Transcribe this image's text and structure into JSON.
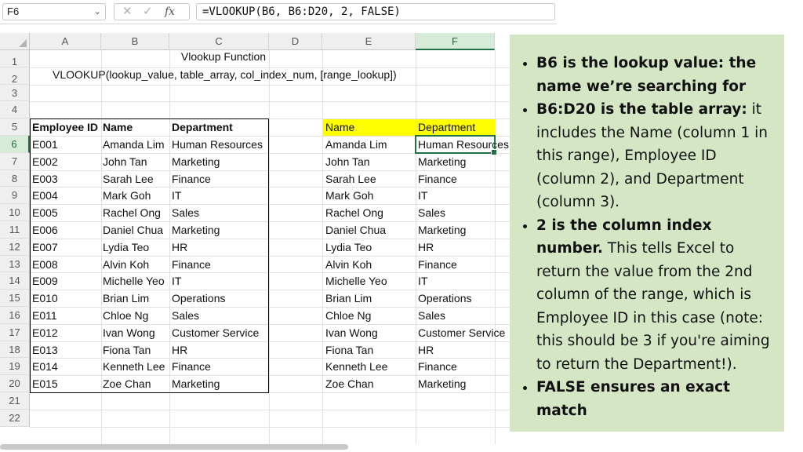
{
  "formula_bar": {
    "name_box": "F6",
    "cancel_glyph": "✕",
    "enter_glyph": "✓",
    "fx_label": "fx",
    "formula": "=VLOOKUP(B6, B6:D20, 2, FALSE)"
  },
  "columns": [
    "A",
    "B",
    "C",
    "D",
    "E",
    "F"
  ],
  "rows": [
    "1",
    "2",
    "3",
    "4",
    "5",
    "6",
    "7",
    "8",
    "9",
    "10",
    "11",
    "12",
    "13",
    "14",
    "15",
    "16",
    "17",
    "18",
    "19",
    "20",
    "21",
    "22"
  ],
  "title": {
    "line1": "Vlookup Function",
    "line2": "VLOOKUP(lookup_value, table_array, col_index_num, [range_lookup])"
  },
  "left_table": {
    "headers": [
      "Employee ID",
      "Name",
      "Department"
    ],
    "rows": [
      [
        "E001",
        "Amanda Lim",
        "Human Resources"
      ],
      [
        "E002",
        "John Tan",
        "Marketing"
      ],
      [
        "E003",
        "Sarah Lee",
        "Finance"
      ],
      [
        "E004",
        "Mark Goh",
        "IT"
      ],
      [
        "E005",
        "Rachel Ong",
        "Sales"
      ],
      [
        "E006",
        "Daniel Chua",
        "Marketing"
      ],
      [
        "E007",
        "Lydia Teo",
        "HR"
      ],
      [
        "E008",
        "Alvin Koh",
        "Finance"
      ],
      [
        "E009",
        "Michelle Yeo",
        "IT"
      ],
      [
        "E010",
        "Brian Lim",
        "Operations"
      ],
      [
        "E011",
        "Chloe Ng",
        "Sales"
      ],
      [
        "E012",
        "Ivan Wong",
        "Customer Service"
      ],
      [
        "E013",
        "Fiona Tan",
        "HR"
      ],
      [
        "E014",
        "Kenneth Lee",
        "Finance"
      ],
      [
        "E015",
        "Zoe Chan",
        "Marketing"
      ]
    ]
  },
  "right_table": {
    "headers": [
      "Name",
      "Department"
    ],
    "rows": [
      [
        "Amanda Lim",
        "Human Resources"
      ],
      [
        "John Tan",
        "Marketing"
      ],
      [
        "Sarah Lee",
        "Finance"
      ],
      [
        "Mark Goh",
        "IT"
      ],
      [
        "Rachel Ong",
        "Sales"
      ],
      [
        "Daniel Chua",
        "Marketing"
      ],
      [
        "Lydia Teo",
        "HR"
      ],
      [
        "Alvin Koh",
        "Finance"
      ],
      [
        "Michelle Yeo",
        "IT"
      ],
      [
        "Brian Lim",
        "Operations"
      ],
      [
        "Chloe Ng",
        "Sales"
      ],
      [
        "Ivan Wong",
        "Customer Service"
      ],
      [
        "Fiona Tan",
        "HR"
      ],
      [
        "Kenneth Lee",
        "Finance"
      ],
      [
        "Zoe Chan",
        "Marketing"
      ]
    ]
  },
  "callout": {
    "b1_bold": "B6 is the lookup value: the name we’re searching for",
    "b2_bold": "B6:D20 is the table array:",
    "b2_text": " it includes the Name (column 1 in this range), Employee ID (column 2), and Department (column 3).",
    "b3_bold": "2 is the column index number.",
    "b3_text": " This tells Excel to return the value from the 2nd column of the range, which is Employee ID in this case (note: this should be 3 if you're aiming to return the Department!).",
    "b4_bold": "FALSE ensures an exact match"
  },
  "colors": {
    "accent": "#217346",
    "header_highlight": "#ffff00",
    "callout_bg": "#d5e6c5"
  }
}
